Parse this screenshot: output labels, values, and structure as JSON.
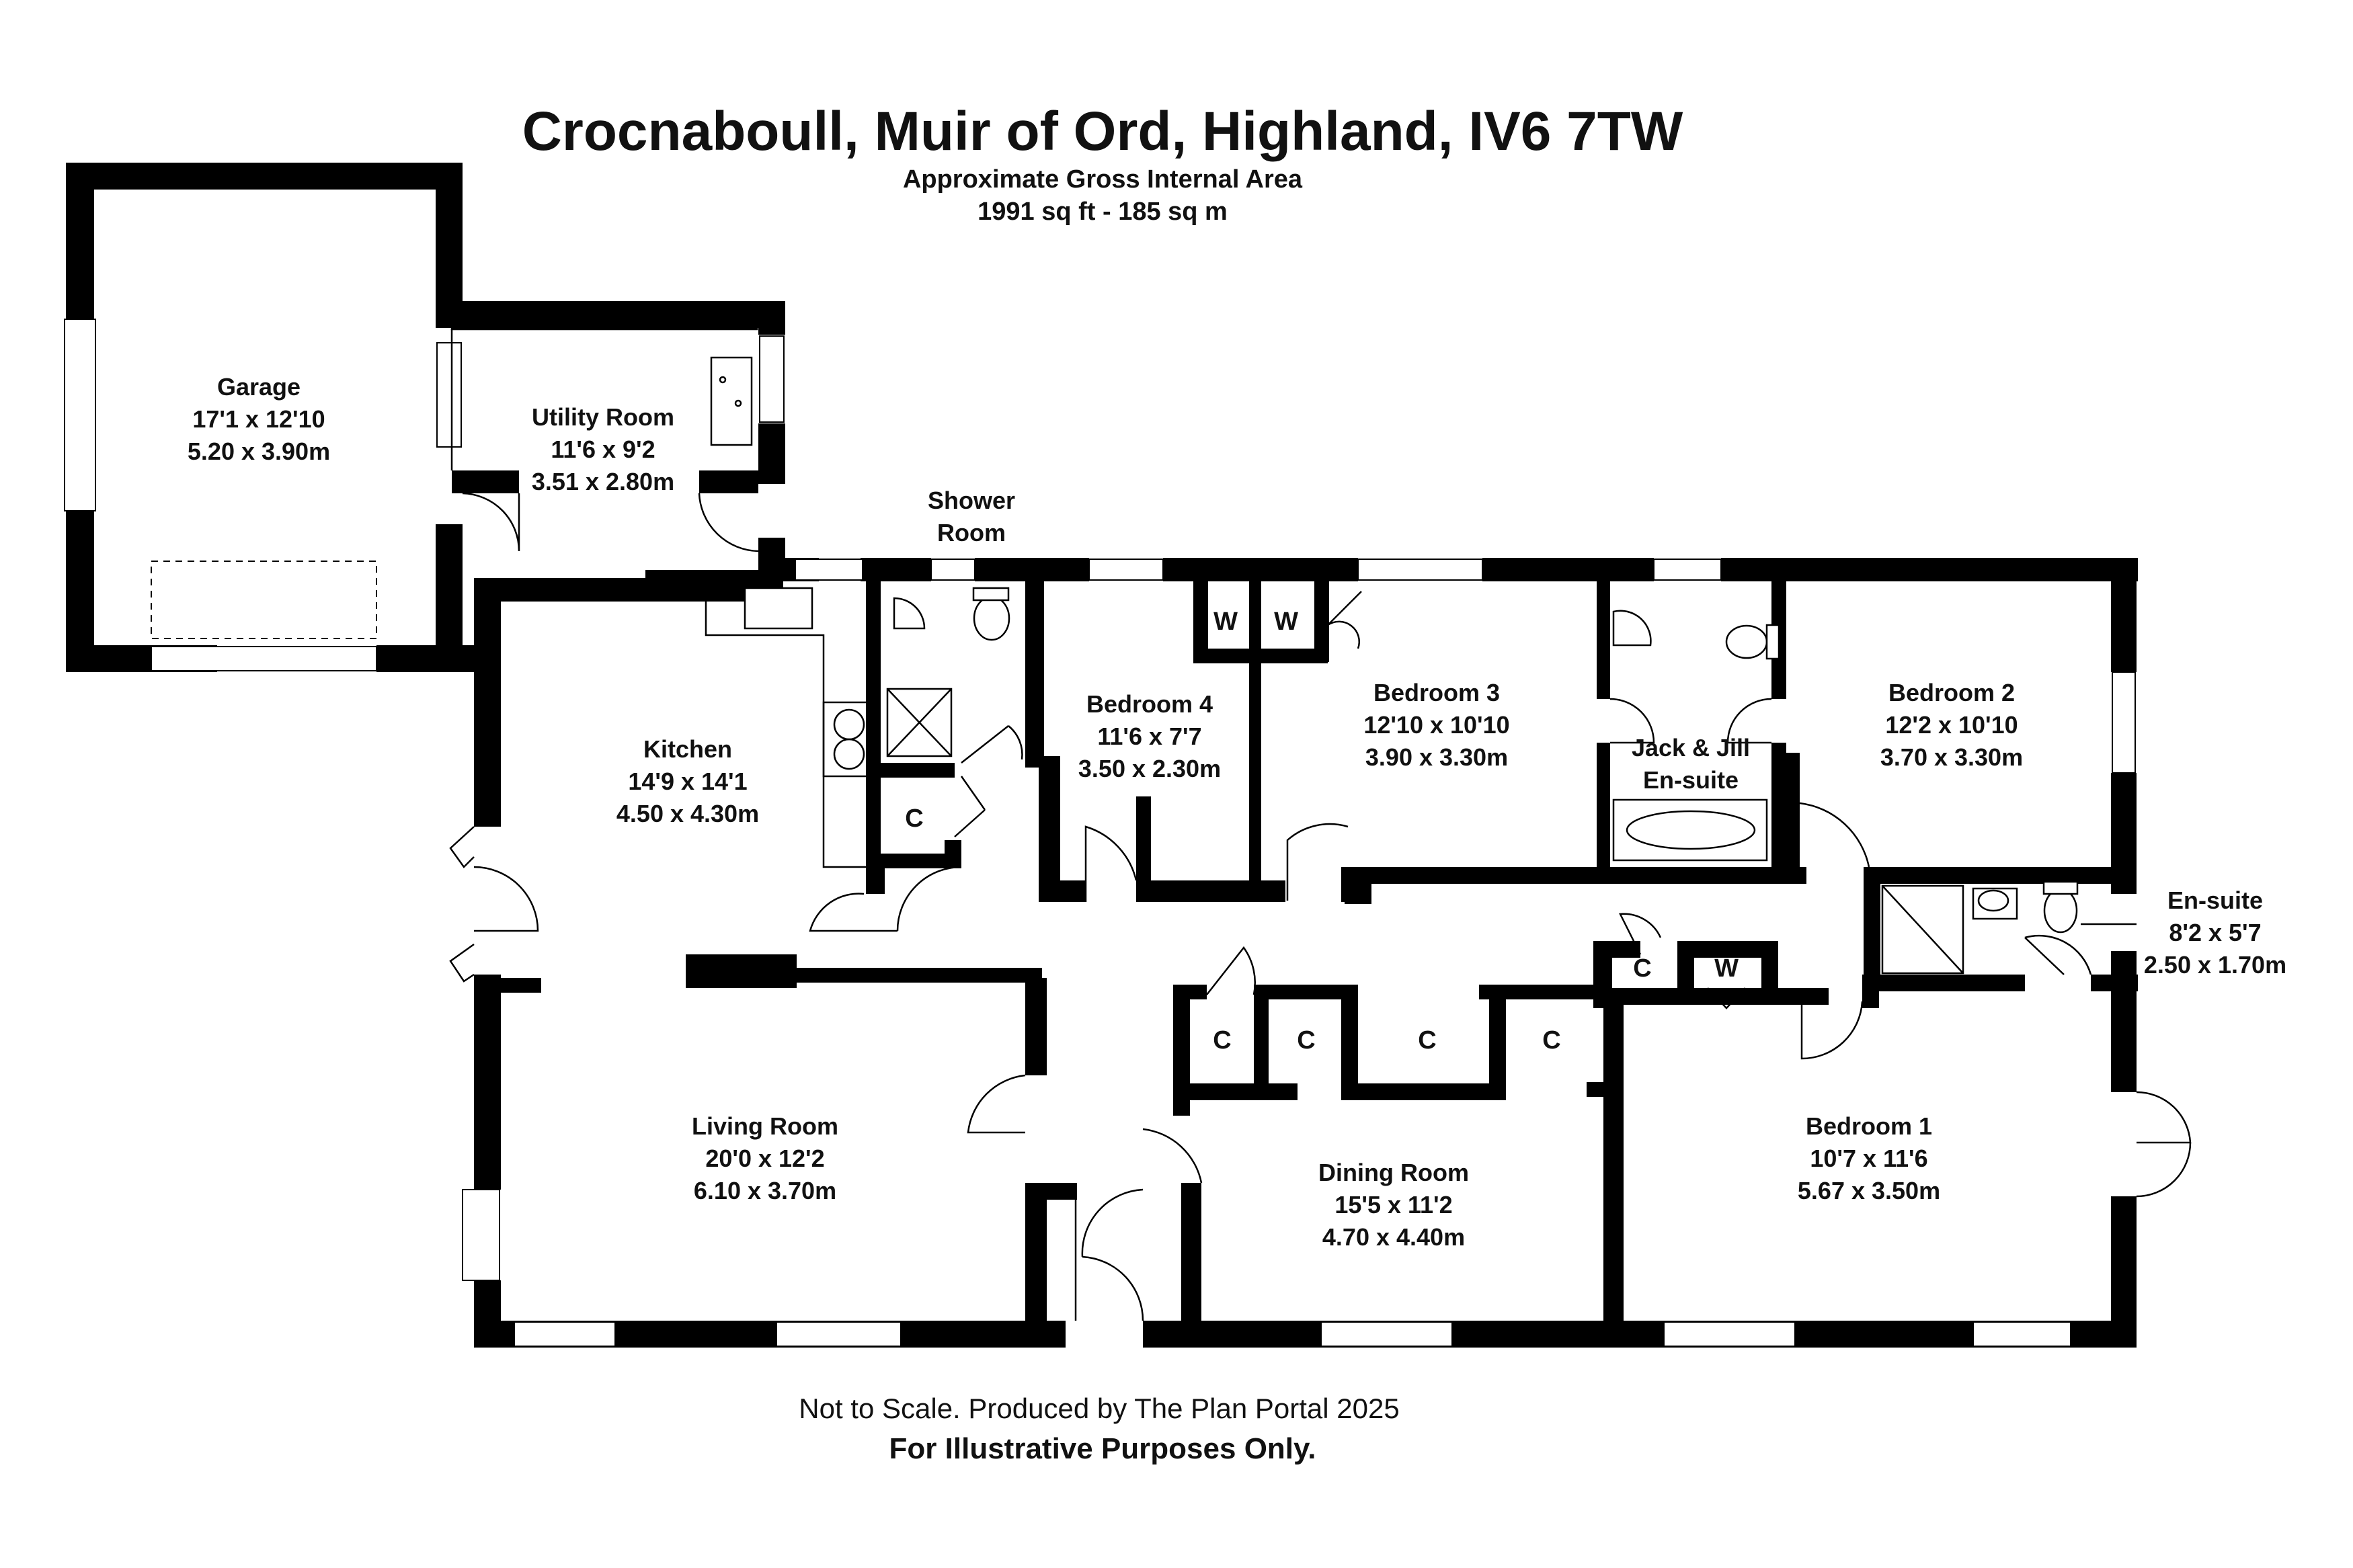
{
  "header": {
    "title": "Crocnaboull, Muir of Ord, Highland, IV6 7TW",
    "subtitle": "Approximate Gross Internal Area",
    "area": "1991 sq ft - 185 sq m"
  },
  "rooms": {
    "garage": {
      "name": "Garage",
      "imperial": "17'1 x 12'10",
      "metric": "5.20 x 3.90m"
    },
    "utility": {
      "name": "Utility Room",
      "imperial": "11'6 x 9'2",
      "metric": "3.51 x 2.80m"
    },
    "shower": {
      "name_line1": "Shower",
      "name_line2": "Room"
    },
    "kitchen": {
      "name": "Kitchen",
      "imperial": "14'9 x 14'1",
      "metric": "4.50 x 4.30m"
    },
    "bedroom4": {
      "name": "Bedroom 4",
      "imperial": "11'6 x 7'7",
      "metric": "3.50 x 2.30m"
    },
    "bedroom3": {
      "name": "Bedroom 3",
      "imperial": "12'10 x 10'10",
      "metric": "3.90 x 3.30m"
    },
    "jackjill": {
      "name_line1": "Jack & Jill",
      "name_line2": "En-suite"
    },
    "bedroom2": {
      "name": "Bedroom 2",
      "imperial": "12'2 x 10'10",
      "metric": "3.70 x 3.30m"
    },
    "ensuite": {
      "name": "En-suite",
      "imperial": "8'2 x 5'7",
      "metric": "2.50 x 1.70m"
    },
    "living": {
      "name": "Living Room",
      "imperial": "20'0 x 12'2",
      "metric": "6.10 x 3.70m"
    },
    "dining": {
      "name": "Dining Room",
      "imperial": "15'5 x 11'2",
      "metric": "4.70 x 4.40m"
    },
    "bedroom1": {
      "name": "Bedroom 1",
      "imperial": "10'7 x 11'6",
      "metric": "5.67 x 3.50m"
    }
  },
  "cupboards": {
    "c": "C",
    "w": "W"
  },
  "footer": {
    "line1": "Not to Scale. Produced by The Plan Portal 2025",
    "line2": "For Illustrative Purposes Only."
  }
}
